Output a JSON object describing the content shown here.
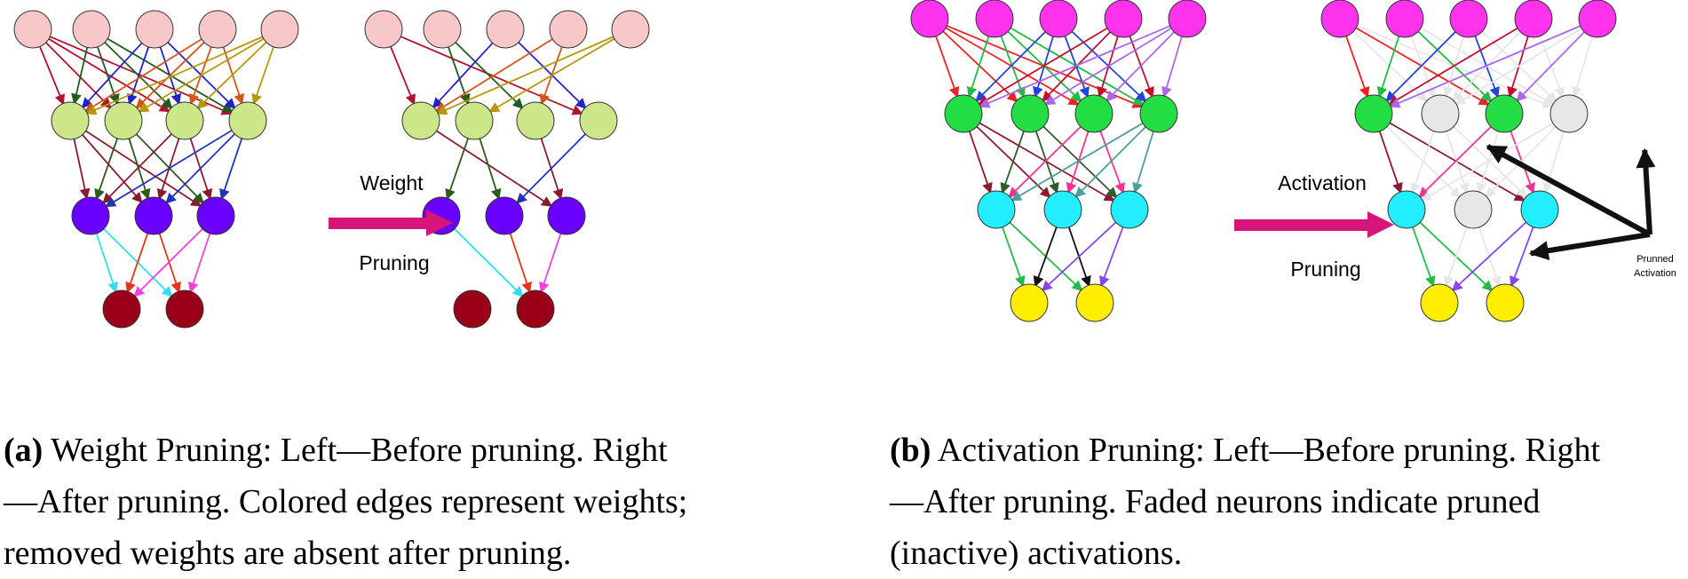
{
  "panels": [
    {
      "id": "a",
      "tag": "(a)",
      "caption_lines": [
        "Weight Pruning: Left—Before pruning.  Right",
        "—After pruning. Colored edges represent weights;",
        "removed weights are absent after pruning."
      ],
      "arrow_label_top": "Weight",
      "arrow_label_bottom": "Pruning"
    },
    {
      "id": "b",
      "tag": "(b)",
      "caption_lines": [
        "Activation Pruning: Left—Before pruning. Right",
        "—After pruning.  Faded neurons indicate pruned",
        "(inactive) activations."
      ],
      "arrow_label_top": "Activation",
      "arrow_label_bottom": "Pruning",
      "callout_lines": [
        "Prunned",
        "Activation"
      ]
    }
  ],
  "colors": {
    "a_input": "#f8c8c8",
    "a_hidden1": "#cce68a",
    "a_hidden2": "#6a00ff",
    "a_output": "#9b0019",
    "b_input": "#ff33ee",
    "b_hidden1": "#22dd44",
    "b_hidden2": "#22eeff",
    "b_output": "#ffee00",
    "pruned": "#e6e6e6",
    "transition_arrow": "#d6147a"
  }
}
